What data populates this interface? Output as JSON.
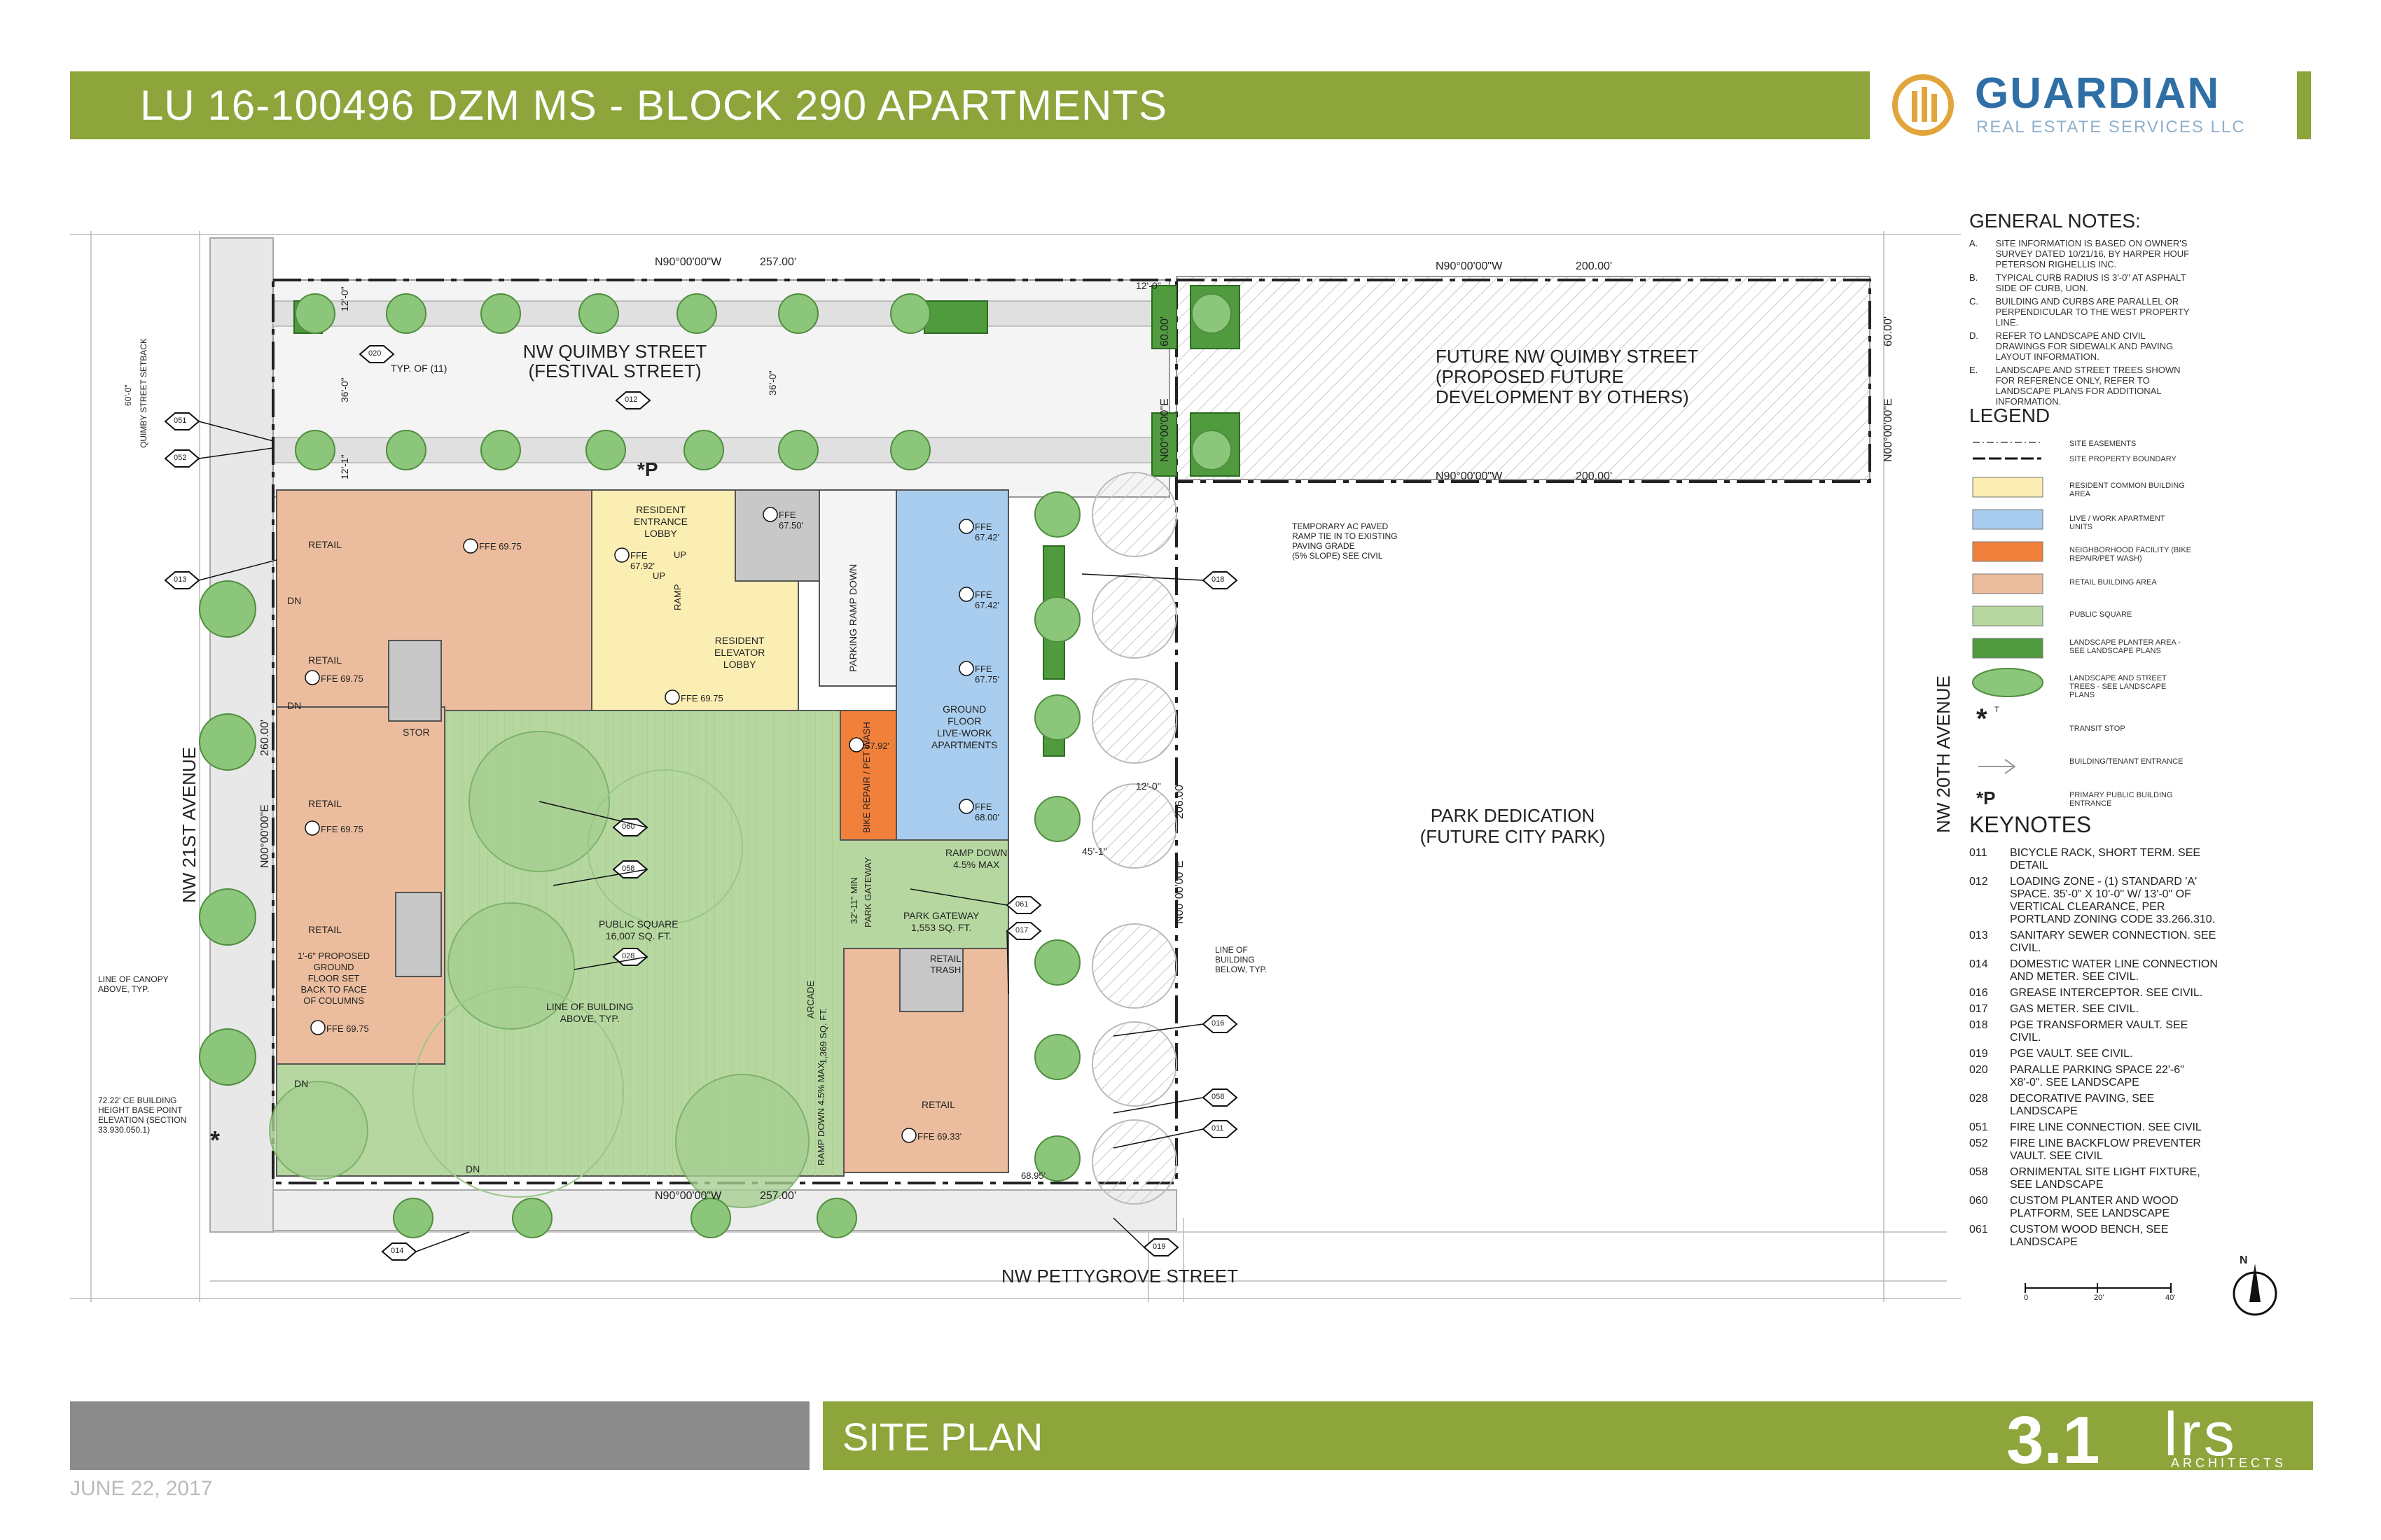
{
  "header": {
    "title": "LU 16-100496 DZM MS  - BLOCK 290 APARTMENTS",
    "logo_main": "GUARDIAN",
    "logo_sub": "REAL ESTATE SERVICES LLC"
  },
  "footer": {
    "sheet_title": "SITE PLAN",
    "sheet_number": "3.1",
    "firm": "lrs",
    "firm_sub": "ARCHITECTS",
    "date": "JUNE 22, 2017"
  },
  "colors": {
    "title_green": "#8da53b",
    "resident_common": "#fbeeb3",
    "live_work": "#a9cdee",
    "neighborhood": "#f0803a",
    "retail": "#ebbd9e",
    "public_square": "#b6d8a0",
    "planter": "#4f9b3e",
    "tree": "#8cc67a"
  },
  "streets": {
    "north": "NW QUIMBY STREET",
    "north_sub": "(FESTIVAL STREET)",
    "north_future_1": "FUTURE NW QUIMBY STREET",
    "north_future_2": "(PROPOSED FUTURE",
    "north_future_3": "DEVELOPMENT BY OTHERS)",
    "west": "NW 21ST AVENUE",
    "east": "NW 20TH AVENUE",
    "south": "NW PETTYGROVE STREET",
    "park_1": "PARK DEDICATION",
    "park_2": "(FUTURE CITY PARK)"
  },
  "dimensions": {
    "north_bearing_1": "N90°00'00\"W",
    "north_len_1": "257.00'",
    "north_bearing_2": "N90°00'00\"W",
    "north_len_2": "200.00'",
    "mid_bearing": "N90°00'00\"W",
    "mid_len": "200.00'",
    "south_bearing": "N90°00'00\"W",
    "south_len": "257.00'",
    "west_bearing": "N00°00'00\"E",
    "west_len": "260.00'",
    "east_bearing": "N00°00'00\"E",
    "east_len": "206.00'",
    "mid_east_bearing": "N00°00'00\"E",
    "mid_east_len": "60.00'",
    "far_east_bearing": "N00°00'00\"E",
    "far_east_len": "60.00'",
    "d_12_0": "12'-0\"",
    "d_36_0": "36'-0\"",
    "d_60_0": "60'-0\"",
    "d_12_1": "12'-1\"",
    "d_45_1": "45'-1\"",
    "quimby_setback": "QUIMBY STREET SETBACK",
    "typ_of_11": "TYP. OF (11)",
    "sq_ft_arcade": "1,369 SQ. FT.",
    "min_gateway": "32'-11\" MIN"
  },
  "spaces": {
    "retail": "RETAIL",
    "dn": "DN",
    "stor": "STOR",
    "resident_entrance": [
      "RESIDENT",
      "ENTRANCE",
      "LOBBY"
    ],
    "resident_elevator": [
      "RESIDENT",
      "ELEVATOR",
      "LOBBY"
    ],
    "parking_ramp": "PARKING RAMP DOWN",
    "live_work": [
      "GROUND",
      "FLOOR",
      "LIVE-WORK",
      "APARTMENTS"
    ],
    "bike_repair": "BIKE REPAIR / PET WASH",
    "public_square": [
      "PUBLIC SQUARE",
      "16,007 SQ. FT."
    ],
    "park_gateway": [
      "PARK GATEWAY",
      "1,553 SQ. FT."
    ],
    "park_gateway_v": "PARK GATEWAY",
    "arcade": "ARCADE",
    "ramp_down": [
      "RAMP DOWN",
      "4.5% MAX"
    ],
    "ramp_down_v": "RAMP DOWN 4.5% MAX",
    "retail_trash": [
      "RETAIL",
      "TRASH"
    ],
    "line_of_building": [
      "LINE OF BUILDING",
      "ABOVE, TYP."
    ],
    "proposed_floor": [
      "1'-6\" PROPOSED",
      "GROUND",
      "FLOOR SET",
      "BACK TO FACE",
      "OF COLUMNS"
    ],
    "up": "UP",
    "ramp": "RAMP",
    "transit_p": "*P"
  },
  "ffe": {
    "a": "FFE 69.75",
    "b": "FFE 69.75",
    "c": "FFE 69.75",
    "d": "FFE 69.75",
    "e": "FFE 69.75",
    "f": "FFE",
    "f_val": "67.92'",
    "g": "FFE",
    "g_val": "67.50'",
    "h": "FFE",
    "h_val": "67.42'",
    "i": "FFE",
    "i_val": "67.42'",
    "j": "FFE",
    "j_val": "67.75'",
    "k": "FFE",
    "k_val": "68.00'",
    "l": "67.92'",
    "m": "FFE 69.33'",
    "n": "68.95'"
  },
  "annotations": {
    "ramp_tie": [
      "TEMPORARY AC PAVED",
      "RAMP TIE IN TO EXISTING",
      "PAVING GRADE",
      "(5% SLOPE) SEE CIVIL"
    ],
    "canopy": [
      "LINE OF CANOPY",
      "ABOVE, TYP."
    ],
    "line_building_below": [
      "LINE OF",
      "BUILDING",
      "BELOW, TYP."
    ],
    "height_base": [
      "72.22' CE BUILDING",
      "HEIGHT BASE POINT",
      "ELEVATION (SECTION",
      "33.930.050.1)"
    ]
  },
  "tags": [
    "051",
    "052",
    "013",
    "020",
    "012",
    "018",
    "060",
    "058",
    "028",
    "061",
    "017",
    "016",
    "058",
    "011",
    "014",
    "019"
  ],
  "general_notes": {
    "title": "GENERAL NOTES:",
    "items": [
      {
        "letter": "A.",
        "text": "SITE INFORMATION IS BASED ON OWNER'S SURVEY DATED 10/21/16, BY HARPER HOUF PETERSON RIGHELLIS INC."
      },
      {
        "letter": "B.",
        "text": "TYPICAL CURB RADIUS IS 3'-0\" AT ASPHALT SIDE OF CURB, UON."
      },
      {
        "letter": "C.",
        "text": "BUILDING AND CURBS ARE PARALLEL OR PERPENDICULAR TO THE WEST PROPERTY LINE."
      },
      {
        "letter": "D.",
        "text": "REFER TO LANDSCAPE AND CIVIL DRAWINGS FOR SIDEWALK AND PAVING LAYOUT INFORMATION."
      },
      {
        "letter": "E.",
        "text": "LANDSCAPE AND STREET TREES SHOWN FOR REFERENCE ONLY, REFER TO LANDSCAPE PLANS FOR ADDITIONAL INFORMATION."
      }
    ]
  },
  "legend": {
    "title": "LEGEND",
    "items": [
      {
        "label": "SITE EASEMENTS"
      },
      {
        "label": "SITE PROPERTY BOUNDARY"
      },
      {
        "label": "RESIDENT COMMON BUILDING AREA"
      },
      {
        "label": "LIVE / WORK APARTMENT UNITS"
      },
      {
        "label": "NEIGHBORHOOD FACILITY (BIKE REPAIR/PET WASH)"
      },
      {
        "label": "RETAIL BUILDING AREA"
      },
      {
        "label": "PUBLIC SQUARE"
      },
      {
        "label": "LANDSCAPE PLANTER AREA - SEE LANDSCAPE PLANS"
      },
      {
        "label": "LANDSCAPE AND STREET TREES - SEE LANDSCAPE PLANS"
      },
      {
        "label": "TRANSIT STOP"
      },
      {
        "label": "BUILDING/TENANT ENTRANCE"
      },
      {
        "label": "PRIMARY PUBLIC BUILDING ENTRANCE"
      }
    ],
    "transit_symbol": "*",
    "transit_t": "T",
    "primary_symbol": "*P"
  },
  "keynotes": {
    "title": "KEYNOTES",
    "items": [
      {
        "code": "011",
        "text": "BICYCLE RACK, SHORT TERM. SEE DETAIL"
      },
      {
        "code": "012",
        "text": "LOADING ZONE - (1) STANDARD 'A' SPACE. 35'-0\" X 10'-0\" W/ 13'-0\" OF VERTICAL CLEARANCE, PER PORTLAND ZONING CODE 33.266.310."
      },
      {
        "code": "013",
        "text": "SANITARY SEWER CONNECTION. SEE CIVIL."
      },
      {
        "code": "014",
        "text": "DOMESTIC WATER LINE CONNECTION AND METER. SEE CIVIL."
      },
      {
        "code": "016",
        "text": "GREASE INTERCEPTOR. SEE CIVIL."
      },
      {
        "code": "017",
        "text": "GAS METER. SEE CIVIL."
      },
      {
        "code": "018",
        "text": "PGE TRANSFORMER VAULT. SEE CIVIL."
      },
      {
        "code": "019",
        "text": "PGE VAULT. SEE CIVIL."
      },
      {
        "code": "020",
        "text": "PARALLE PARKING SPACE 22'-6\" X8'-0\". SEE LANDSCAPE"
      },
      {
        "code": "028",
        "text": "DECORATIVE PAVING, SEE LANDSCAPE"
      },
      {
        "code": "051",
        "text": "FIRE LINE CONNECTION. SEE CIVIL"
      },
      {
        "code": "052",
        "text": "FIRE LINE BACKFLOW PREVENTER VAULT. SEE CIVIL"
      },
      {
        "code": "058",
        "text": "ORNIMENTAL SITE LIGHT FIXTURE, SEE LANDSCAPE"
      },
      {
        "code": "060",
        "text": "CUSTOM PLANTER AND WOOD PLATFORM, SEE LANDSCAPE"
      },
      {
        "code": "061",
        "text": "CUSTOM WOOD BENCH, SEE LANDSCAPE"
      }
    ]
  },
  "scale": {
    "s0": "0",
    "s1": "20'",
    "s2": "40'",
    "north": "N"
  }
}
